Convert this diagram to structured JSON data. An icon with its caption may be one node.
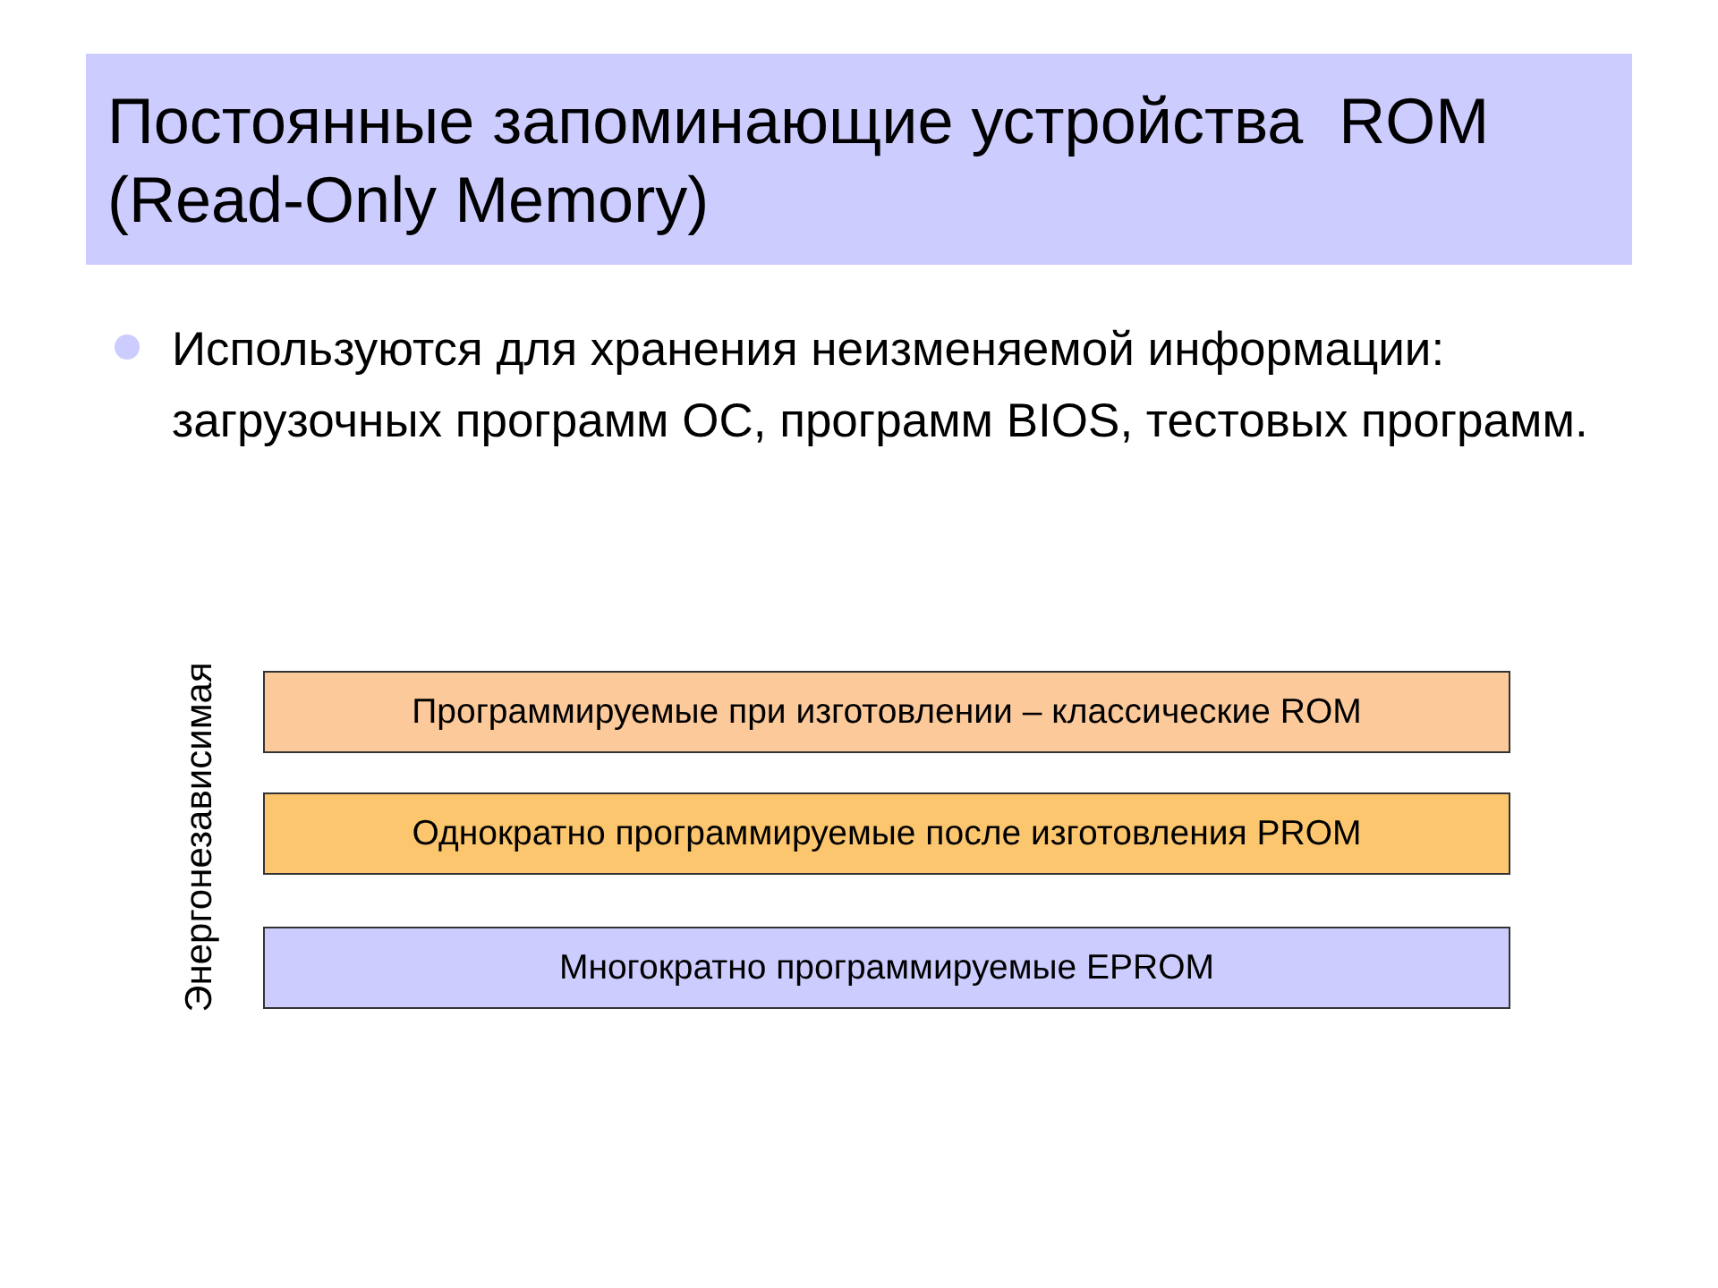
{
  "diagram": {
    "title": "Постоянные запоминающие устройства  ROM (Read-Only Memory)",
    "nodes": [
      {
        "text": [
          "Программируемые при изготовлении – классические ROM"
        ]
      },
      {
        "text": [
          "Однократно программируемые после изготовления PROM"
        ]
      },
      {
        "text": [
          "Многократно программируемые EPROM"
        ]
      }
    ],
    "labels": [
      "Используются для хранения неизменяемой информации: загрузочных программ ОС, программ BIOS, тестовых программ.",
      "Энергонезависимая"
    ]
  }
}
